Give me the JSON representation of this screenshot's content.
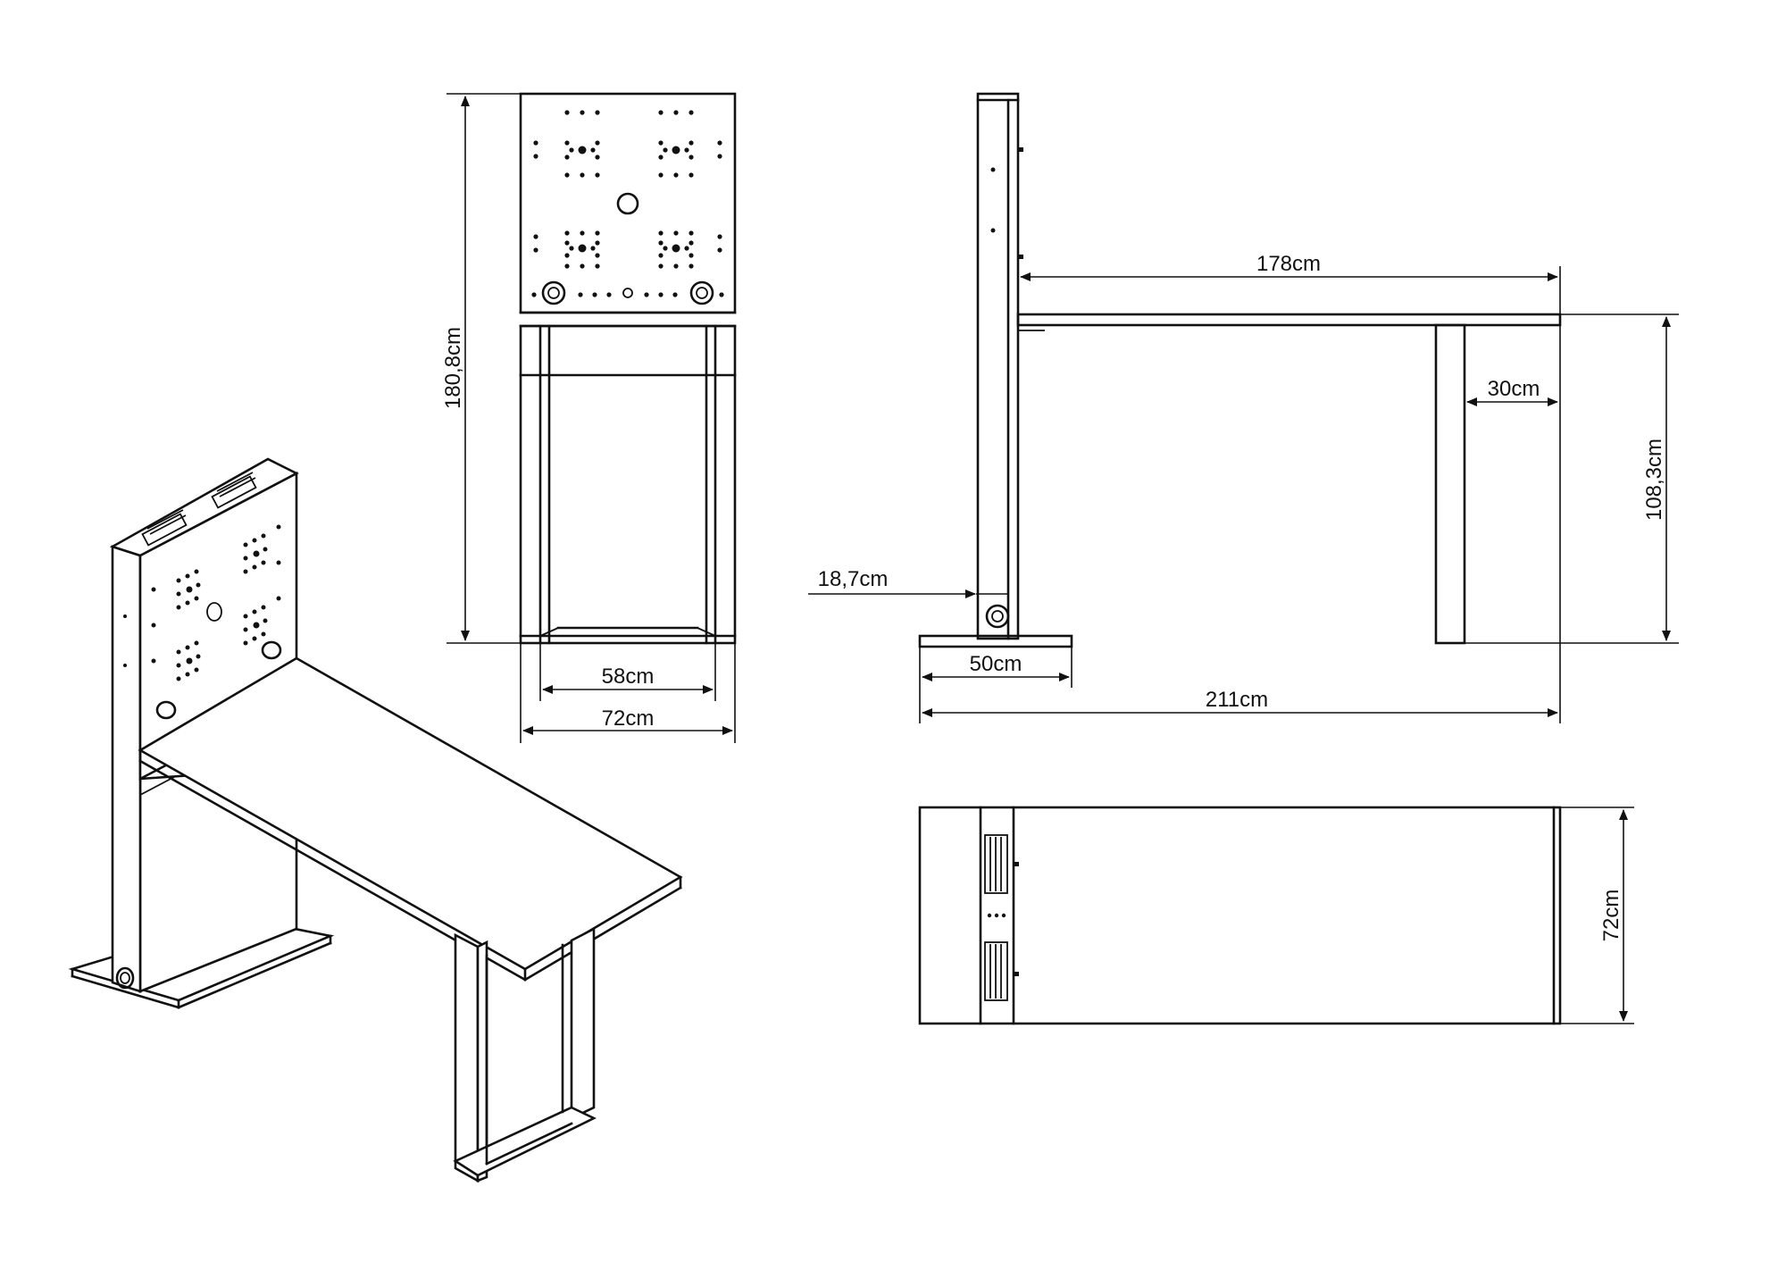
{
  "dimensions": {
    "front_height": "180,8cm",
    "front_inner_width": "58cm",
    "front_width": "72cm",
    "side_desk_length": "178cm",
    "side_leg_width": "30cm",
    "side_desk_height": "108,3cm",
    "side_column_depth": "18,7cm",
    "side_base_width": "50cm",
    "side_total_length": "211cm",
    "top_width": "72cm"
  }
}
